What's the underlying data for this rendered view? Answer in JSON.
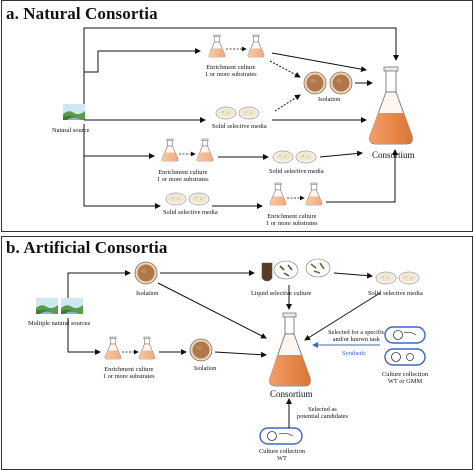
{
  "natural": {
    "title": "a. Natural Consortia",
    "source_label": "Natural source",
    "enrichment_top": "Enrichment culture\n1 or more substrates",
    "isolation_label": "Isolation",
    "solid_media_mid": "Solid selective media",
    "enrichment_row3": "Enrichment culture\n1 or more substrates",
    "solid_media_row3": "Solid selective media",
    "solid_media_row4": "Solid selective media",
    "enrichment_row4": "Enrichment culture\n1 or more substrates",
    "consortium_label": "Consortium"
  },
  "artificial": {
    "title": "b. Artificial Consortia",
    "sources_label": "Multiple natural sources",
    "isolation_top": "Isolation",
    "liquid_label": "Liquid selective culture",
    "solid_media_label": "Solid selective media",
    "enrichment_label": "Enrichment culture\n1 or more substrates",
    "isolation_bottom": "Isolation",
    "selected_task": "Selected for a specific\nand/or known task",
    "synthetic_label": "Synthetic",
    "collection_right": "Culture collection\nWT or GMM",
    "consortium_label": "Consortium",
    "selected_candidates": "Selected as\npotential candidates",
    "collection_bottom": "Culture collection\nWT"
  },
  "colors": {
    "flask_liquid": "#e8894a",
    "flask_light": "#f3b88a",
    "plate_colony": "#b07848",
    "synthetic_arrow": "#3a68c8",
    "collection_border": "#3a68c8"
  }
}
